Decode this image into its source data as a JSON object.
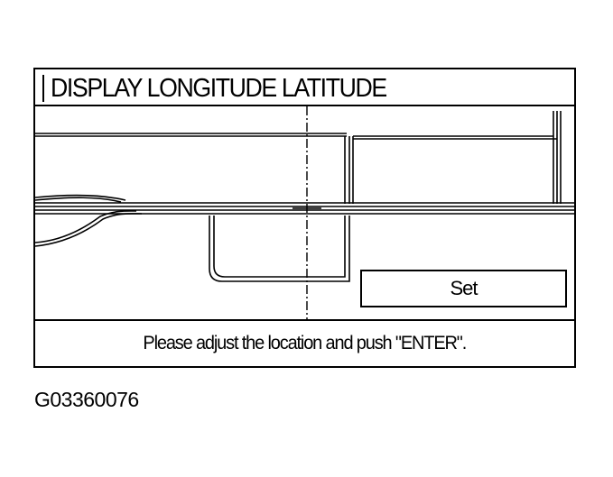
{
  "screen": {
    "title": "DISPLAY LONGITUDE LATITUDE",
    "set_button_label": "Set",
    "message": "Please adjust the location and push \"ENTER\"."
  },
  "figure_id": "G03360076",
  "map": {
    "elements": [
      "road-lines",
      "crosshair",
      "building-outline",
      "current-position-marker"
    ]
  }
}
